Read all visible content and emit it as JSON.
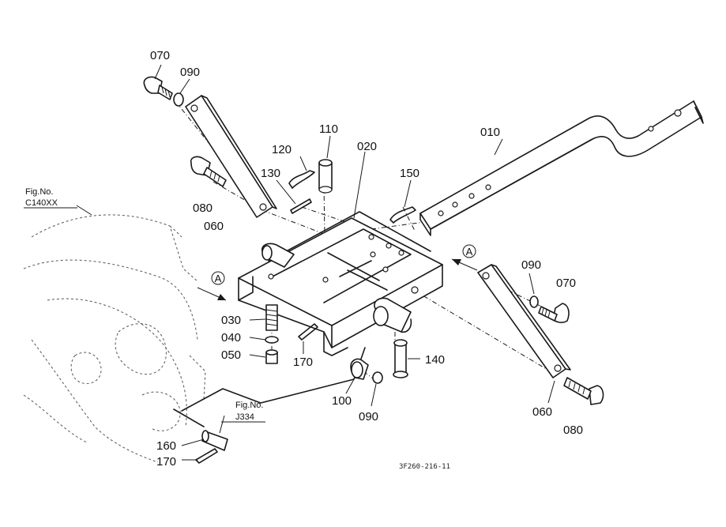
{
  "parts": [
    "010",
    "020",
    "030",
    "040",
    "050",
    "060",
    "060",
    "070",
    "070",
    "080",
    "080",
    "090",
    "090",
    "090",
    "100",
    "110",
    "120",
    "130",
    "140",
    "150",
    "160",
    "170",
    "170"
  ],
  "figure_refs": [
    {
      "prefix": "Fig.No.",
      "number": "C140XX"
    },
    {
      "prefix": "Fig.No.",
      "number": "J334"
    }
  ],
  "view_markers": [
    "A",
    "A"
  ],
  "drawing_code": "3F260-216-11"
}
